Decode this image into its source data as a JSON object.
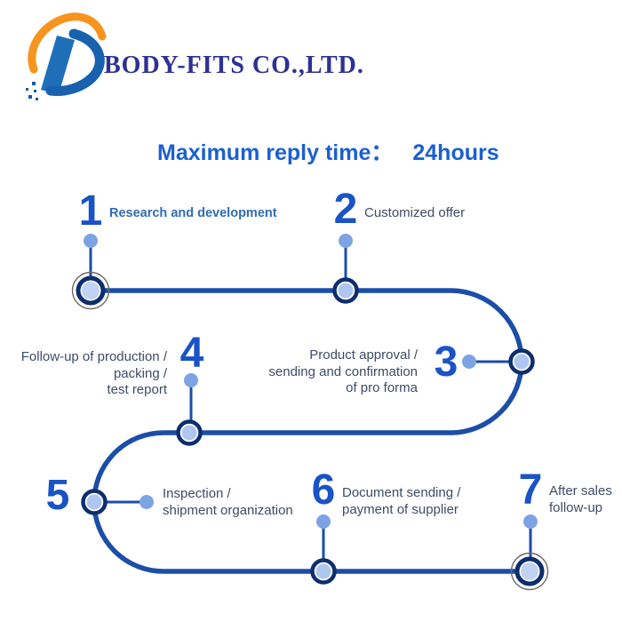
{
  "logo": {
    "company_name": "BODY-FITS CO.,LTD.",
    "colors": {
      "orange": "#F7941D",
      "blue": "#1E6FB8",
      "text_navy": "#2E3192"
    }
  },
  "heading": {
    "label": "Maximum reply time：",
    "value": "24hours",
    "color": "#1A60D2"
  },
  "steps": [
    {
      "num": "1",
      "label": "Research and development"
    },
    {
      "num": "2",
      "label": "Customized offer"
    },
    {
      "num": "3",
      "label": "Product approval /\nsending and confirmation\nof pro forma"
    },
    {
      "num": "4",
      "label": "Follow-up of production /\npacking /\ntest report"
    },
    {
      "num": "5",
      "label": "Inspection /\nshipment organization"
    },
    {
      "num": "6",
      "label": "Document sending /\npayment of supplier"
    },
    {
      "num": "7",
      "label": "After sales\nfollow-up"
    }
  ],
  "flow_colors": {
    "path": "#1C4DA8",
    "node_ring": "#0D2E6E",
    "node_fill": "#AEC6F0",
    "end_node_fill": "#C2D2F2",
    "end_node_outer_ring": "#6E6A64",
    "connector_dot": "#7EA3E4",
    "number": "#1A53C6",
    "label": "#3D4C68",
    "first_label": "#2F6DB6"
  }
}
